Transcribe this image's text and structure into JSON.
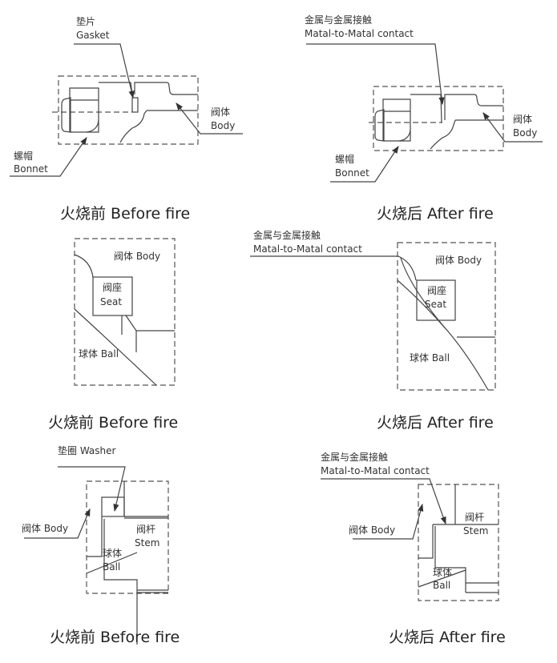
{
  "panels": [
    {
      "caption": "火烧前 Before fire",
      "labels": {
        "gasket_cn": "垫片",
        "gasket_en": "Gasket",
        "bonnet_cn": "螺帽",
        "bonnet_en": "Bonnet",
        "body_cn": "阀体",
        "body_en": "Body"
      }
    },
    {
      "caption": "火烧后 After fire",
      "labels": {
        "contact_cn": "金属与金属接触",
        "contact_en": "Matal-to-Matal contact",
        "bonnet_cn": "螺帽",
        "bonnet_en": "Bonnet",
        "body_cn": "阀体",
        "body_en": "Body"
      }
    },
    {
      "caption": "火烧前 Before fire",
      "labels": {
        "body": "阀体 Body",
        "seat_cn": "阀座",
        "seat_en": "Seat",
        "ball": "球体 Ball"
      }
    },
    {
      "caption": "火烧后 After fire",
      "labels": {
        "contact_cn": "金属与金属接触",
        "contact_en": "Matal-to-Matal contact",
        "body": "阀体 Body",
        "seat_cn": "阀座",
        "seat_en": "Seat",
        "ball": "球体 Ball"
      }
    },
    {
      "caption": "火烧前 Before fire",
      "labels": {
        "washer": "垫圈 Washer",
        "body": "阀体 Body",
        "stem_cn": "阀杆",
        "stem_en": "Stem",
        "ball_cn": "球体",
        "ball_en": "Ball"
      }
    },
    {
      "caption": "火烧后 After fire",
      "labels": {
        "contact_cn": "金属与金属接触",
        "contact_en": "Matal-to-Matal contact",
        "body": "阀体 Body",
        "stem_cn": "阀杆",
        "stem_en": "Stem",
        "ball_cn": "球体",
        "ball_en": "Ball"
      }
    }
  ]
}
